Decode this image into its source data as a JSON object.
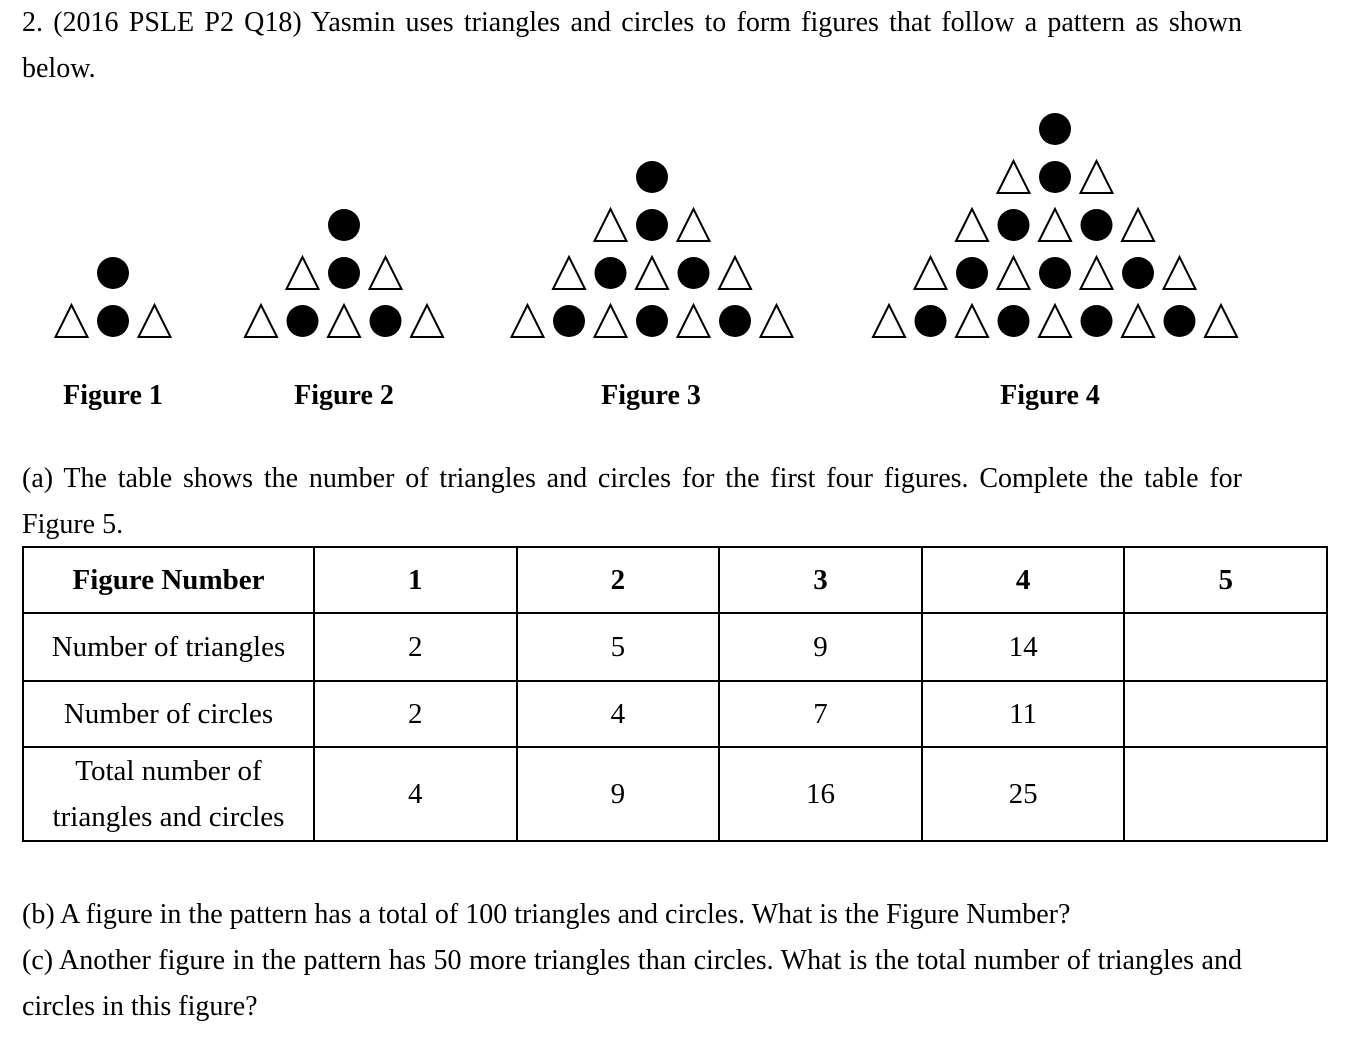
{
  "question": {
    "intro": "2. (2016 PSLE P2 Q18) Yasmin uses triangles and circles to form figures that follow a pattern as shown below.",
    "part_a": "(a) The table shows the number of triangles and circles for the first four figures. Complete the table for Figure 5.",
    "part_b": "(b) A figure in the pattern has a total of 100 triangles and circles. What is the Figure Number?",
    "part_c": "(c) Another figure in the pattern has 50 more triangles than circles. What is the total number of triangles and circles in this figure?"
  },
  "figures": [
    {
      "label": "Figure 1",
      "rows": [
        1,
        3
      ]
    },
    {
      "label": "Figure 2",
      "rows": [
        1,
        3,
        5
      ]
    },
    {
      "label": "Figure 3",
      "rows": [
        1,
        3,
        5,
        7
      ]
    },
    {
      "label": "Figure 4",
      "rows": [
        1,
        3,
        5,
        7,
        9
      ]
    }
  ],
  "table": {
    "header": [
      "Figure Number",
      "1",
      "2",
      "3",
      "4",
      "5"
    ],
    "rows": [
      [
        "Number of triangles",
        "2",
        "5",
        "9",
        "14",
        ""
      ],
      [
        "Number of circles",
        "2",
        "4",
        "7",
        "11",
        ""
      ],
      [
        "Total number of triangles and circles",
        "4",
        "9",
        "16",
        "25",
        ""
      ]
    ]
  }
}
